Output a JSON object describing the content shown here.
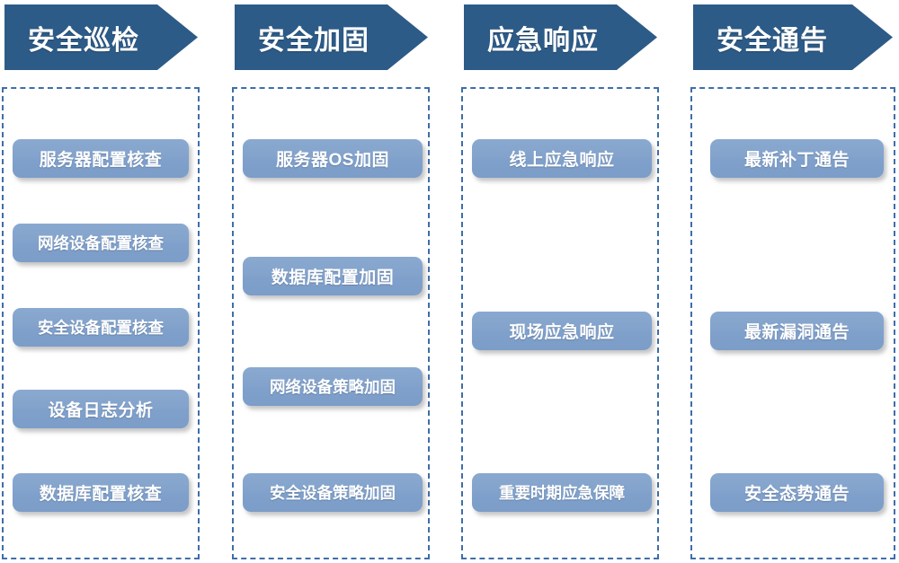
{
  "diagram": {
    "type": "process-columns",
    "background_color": "#ffffff",
    "header_color": "#2d5b88",
    "header_text_color": "#ffffff",
    "pill_color": "#83a3cc",
    "pill_text_color": "#ffffff",
    "dashed_border_color": "#3f6ea8",
    "columns": [
      {
        "id": "security-inspection",
        "header": "安全巡检",
        "items": [
          "服务器配置核查",
          "网络设备配置核查",
          "安全设备配置核查",
          "设备日志分析",
          "数据库配置核查"
        ]
      },
      {
        "id": "security-hardening",
        "header": "安全加固",
        "items": [
          "服务器OS加固",
          "数据库配置加固",
          "网络设备策略加固",
          "安全设备策略加固"
        ]
      },
      {
        "id": "emergency-response",
        "header": "应急响应",
        "items": [
          "线上应急响应",
          "现场应急响应",
          "重要时期应急保障"
        ]
      },
      {
        "id": "security-bulletin",
        "header": "安全通告",
        "items": [
          "最新补丁通告",
          "最新漏洞通告",
          "安全态势通告"
        ]
      }
    ]
  }
}
